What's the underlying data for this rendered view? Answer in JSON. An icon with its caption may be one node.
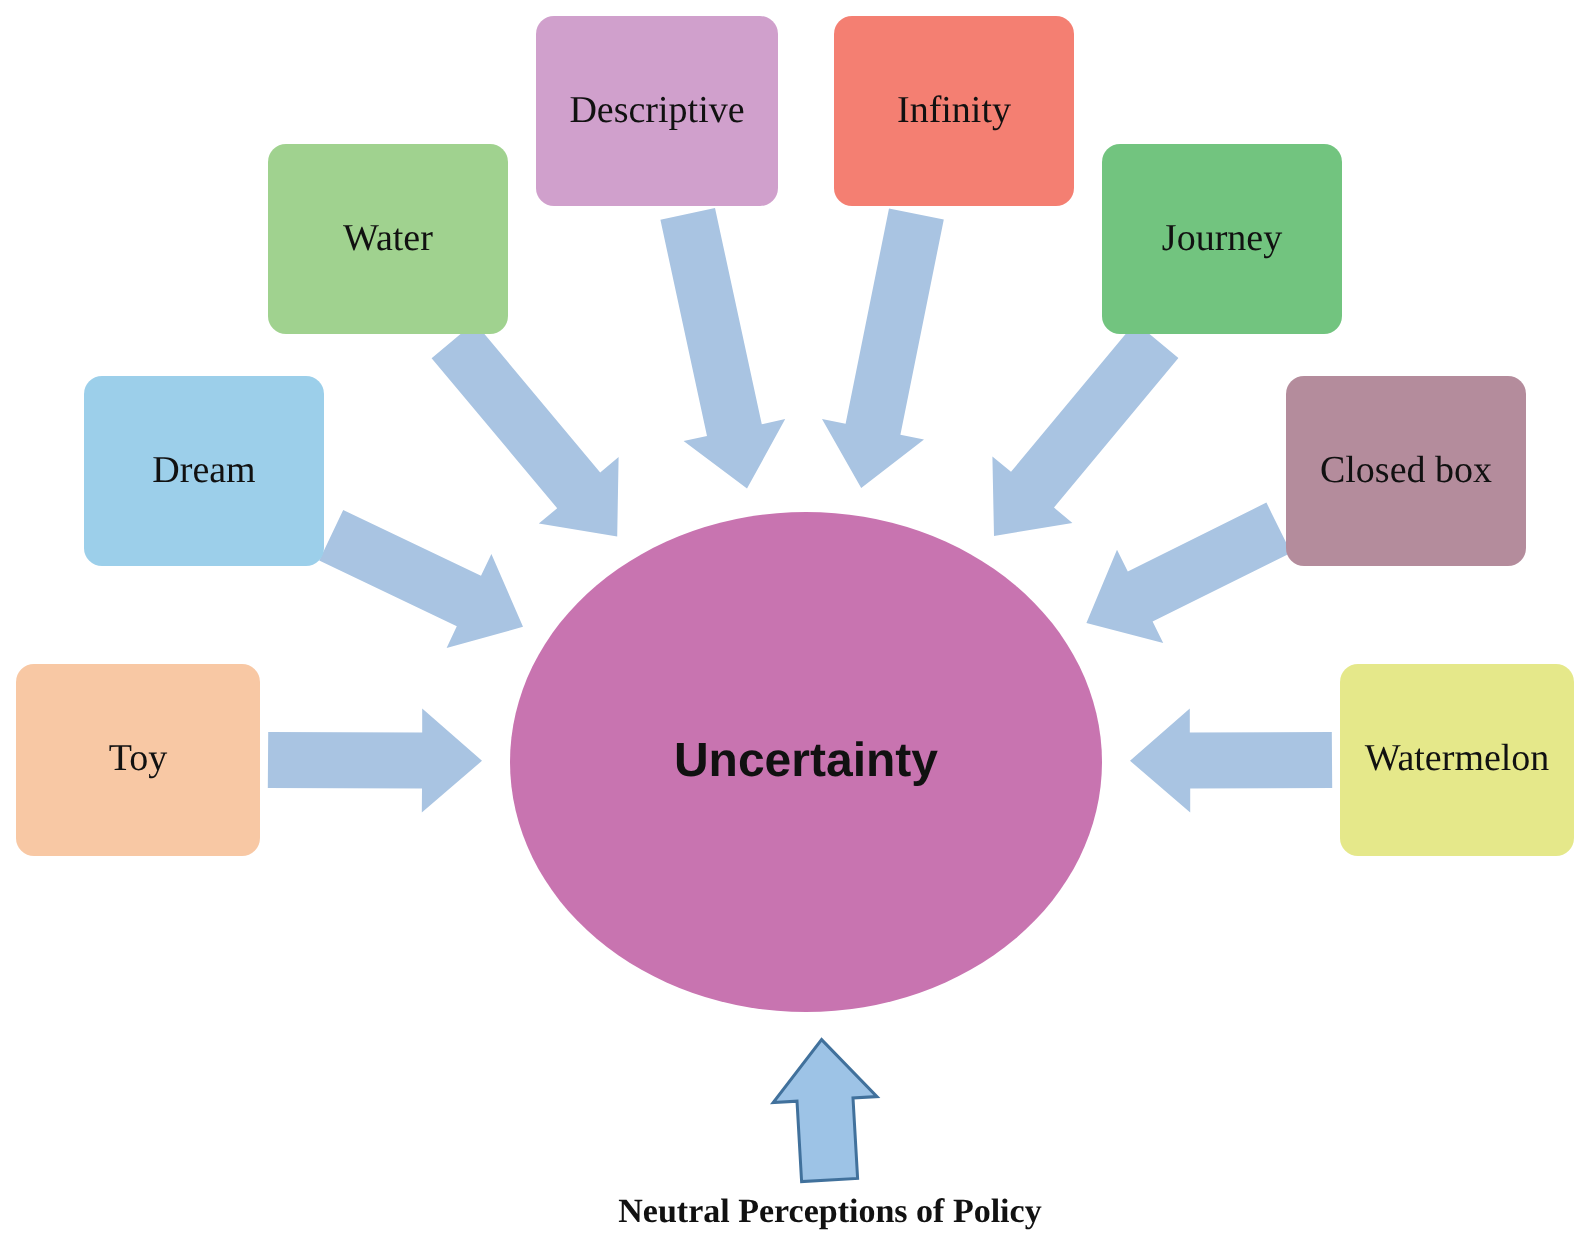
{
  "diagram": {
    "nodes": [
      {
        "text": [
          "Uncertainty"
        ]
      },
      {
        "text": [
          "Toy"
        ]
      },
      {
        "text": [
          "Dream"
        ]
      },
      {
        "text": [
          "Water"
        ]
      },
      {
        "text": [
          "Descriptive"
        ]
      },
      {
        "text": [
          "Infinity"
        ]
      },
      {
        "text": [
          "Journey"
        ]
      },
      {
        "text": [
          "Closed box"
        ]
      },
      {
        "text": [
          "Watermelon"
        ]
      },
      {
        "text": [
          "Neutral Perceptions of Policy"
        ]
      }
    ],
    "edges": [
      {
        "from": 1,
        "to": 0,
        "arrow": "to"
      },
      {
        "from": 2,
        "to": 0,
        "arrow": "to"
      },
      {
        "from": 3,
        "to": 0,
        "arrow": "to"
      },
      {
        "from": 4,
        "to": 0,
        "arrow": "to"
      },
      {
        "from": 5,
        "to": 0,
        "arrow": "to"
      },
      {
        "from": 6,
        "to": 0,
        "arrow": "to"
      },
      {
        "from": 7,
        "to": 0,
        "arrow": "to"
      },
      {
        "from": 8,
        "to": 0,
        "arrow": "to"
      },
      {
        "from": 9,
        "to": 0,
        "arrow": "to",
        "color": "#9dc3e6"
      }
    ]
  }
}
